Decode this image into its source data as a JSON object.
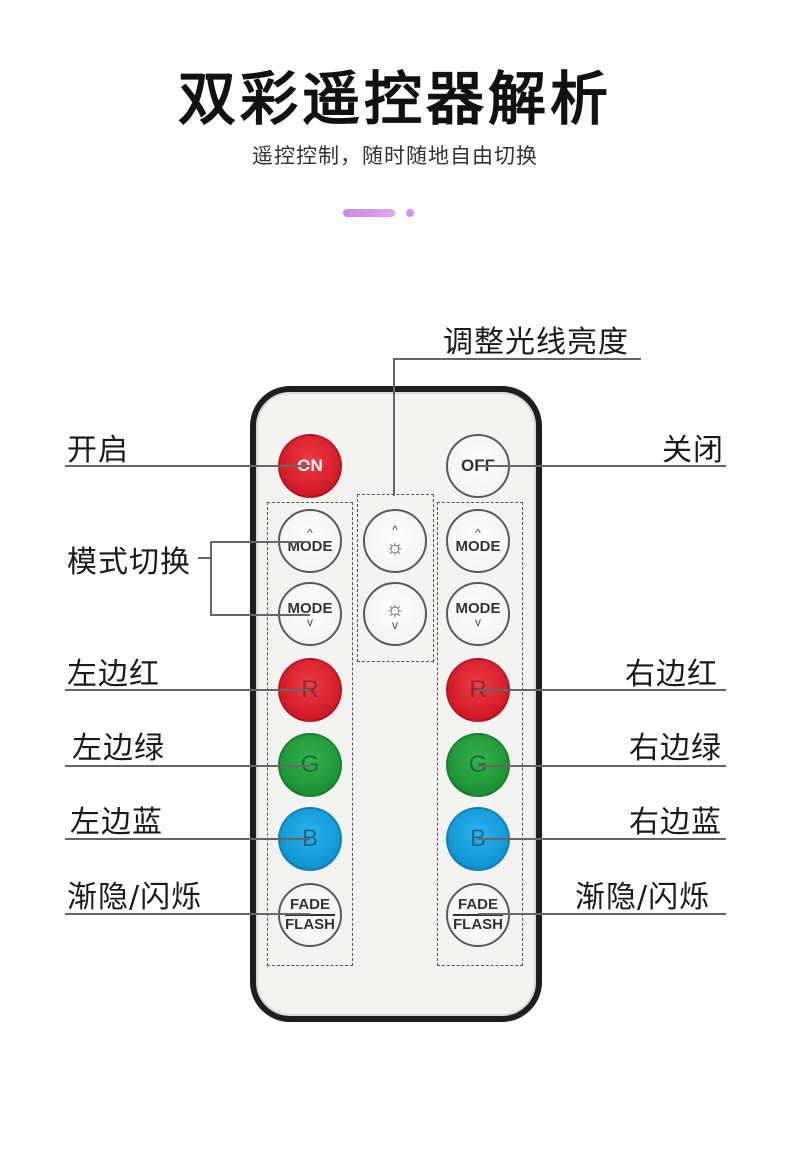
{
  "header": {
    "title": "双彩遥控器解析",
    "subtitle": "遥控控制，随时随地自由切换"
  },
  "remote": {
    "on": "ON",
    "off": "OFF",
    "mode": "MODE",
    "up_arrow": "^",
    "down_arrow": "v",
    "sun_glyph": "☼",
    "r": "R",
    "g": "G",
    "b": "B",
    "fade": "FADE",
    "flash": "FLASH"
  },
  "labels": {
    "brightness": "调整光线亮度",
    "on": "开启",
    "off": "关闭",
    "mode_switch": "模式切换",
    "left_red": "左边红",
    "right_red": "右边红",
    "left_green": "左边绿",
    "right_green": "右边绿",
    "left_blue": "左边蓝",
    "right_blue": "右边蓝",
    "left_fade": "渐隐/闪烁",
    "right_fade": "渐隐/闪烁"
  },
  "colors": {
    "red": "#d11a27",
    "green": "#1e9336",
    "blue": "#1396d4",
    "accent": "#d98ef0"
  }
}
